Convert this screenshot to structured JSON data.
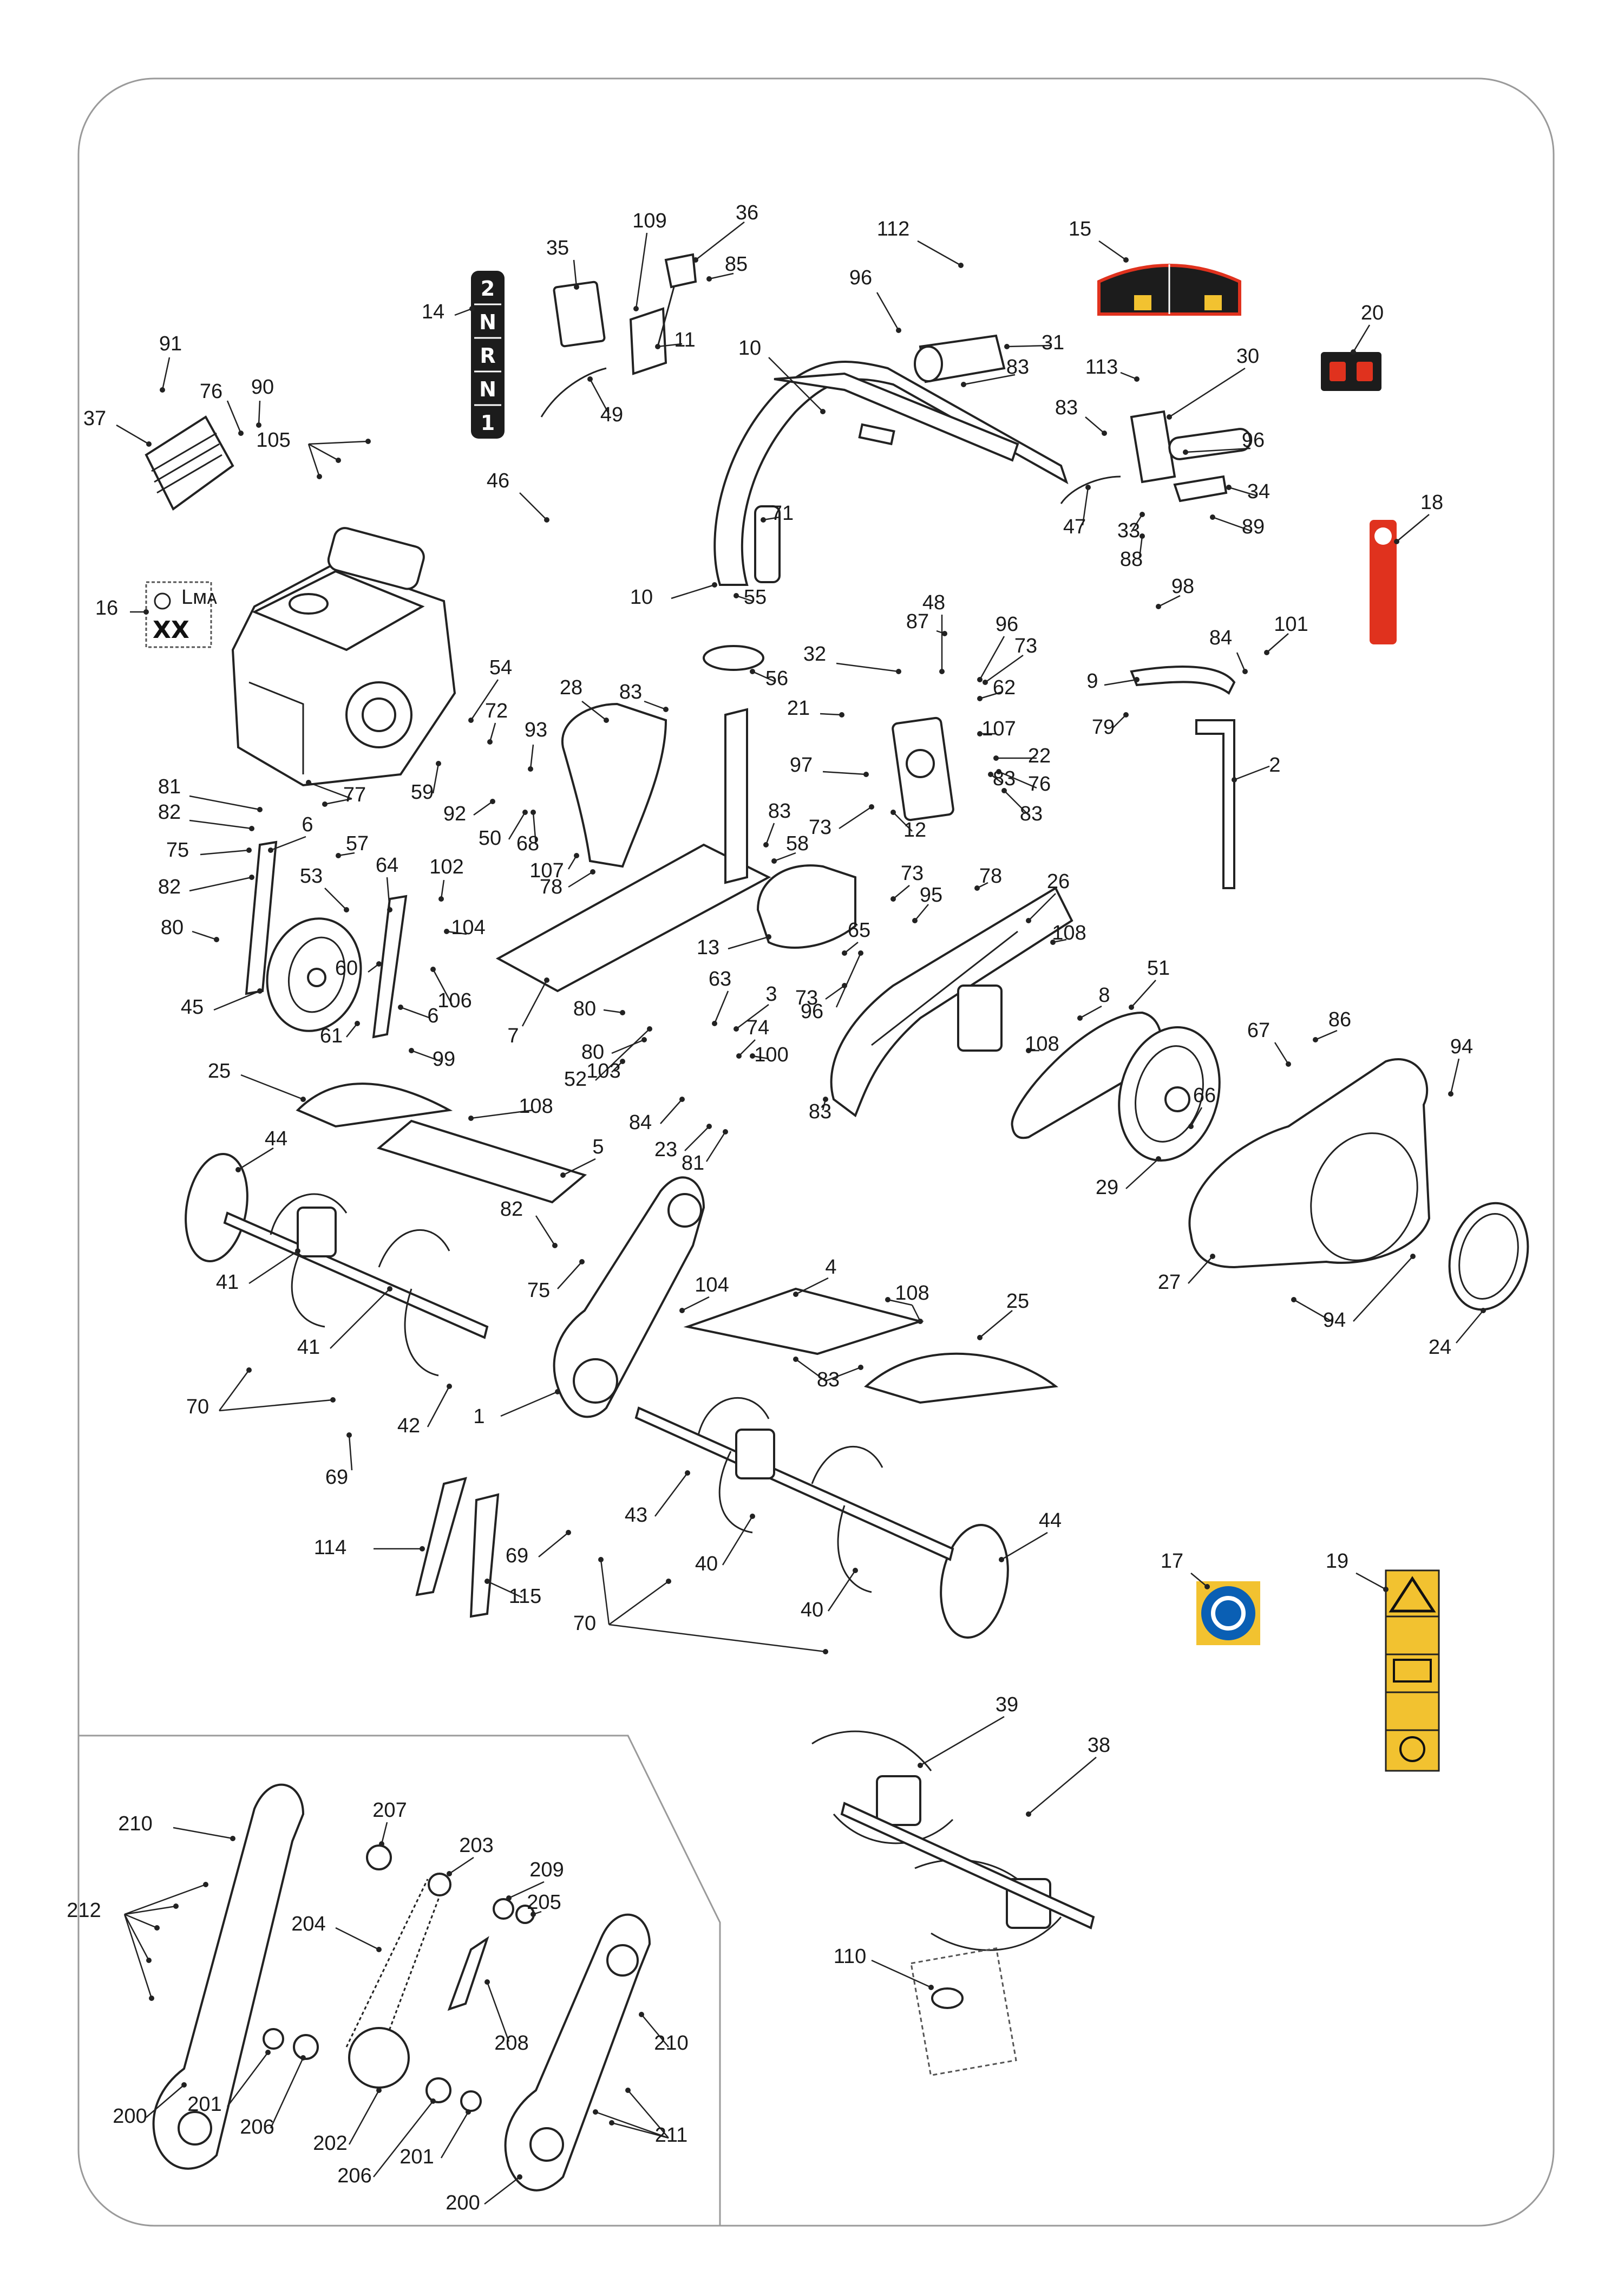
{
  "part_numbers": [
    "1",
    "2",
    "3",
    "4",
    "5",
    "6",
    "7",
    "8",
    "9",
    "10",
    "11",
    "12",
    "13",
    "14",
    "15",
    "16",
    "17",
    "18",
    "19",
    "20",
    "21",
    "22",
    "23",
    "24",
    "25",
    "26",
    "27",
    "28",
    "29",
    "30",
    "31",
    "32",
    "33",
    "34",
    "35",
    "36",
    "37",
    "38",
    "39",
    "40",
    "41",
    "42",
    "43",
    "44",
    "45",
    "46",
    "47",
    "48",
    "49",
    "50",
    "51",
    "52",
    "53",
    "54",
    "55",
    "56",
    "57",
    "58",
    "59",
    "60",
    "61",
    "62",
    "63",
    "64",
    "65",
    "66",
    "67",
    "68",
    "69",
    "70",
    "71",
    "72",
    "73",
    "74",
    "75",
    "76",
    "77",
    "78",
    "79",
    "80",
    "81",
    "82",
    "83",
    "84",
    "85",
    "86",
    "87",
    "88",
    "89",
    "90",
    "91",
    "92",
    "93",
    "94",
    "95",
    "96",
    "97",
    "98",
    "99",
    "100",
    "101",
    "102",
    "103",
    "104",
    "105",
    "106",
    "107",
    "108",
    "109",
    "110",
    "112",
    "113",
    "114",
    "115",
    "200",
    "201",
    "202",
    "203",
    "204",
    "205",
    "206",
    "207",
    "208",
    "209",
    "210",
    "211",
    "212"
  ],
  "gear_label": {
    "positions": [
      "2",
      "N",
      "R",
      "N",
      "1"
    ]
  },
  "decal_16": {
    "brand_mark": "Lᴍᴀ",
    "code": "XX"
  },
  "colors": {
    "line": "#222222",
    "decal_red": "#e0321e",
    "decal_dark": "#1c1c1c",
    "hearing_blue": "#0a5fb4",
    "warning_yellow": "#f2c230",
    "frame_border": "#9a9a9a"
  },
  "icons": [
    "hearing-protection-icon",
    "warning-triangle-icon",
    "read-manual-icon",
    "rotating-tines-icon",
    "hand-hazard-icon",
    "on-off-switch-icon"
  ]
}
